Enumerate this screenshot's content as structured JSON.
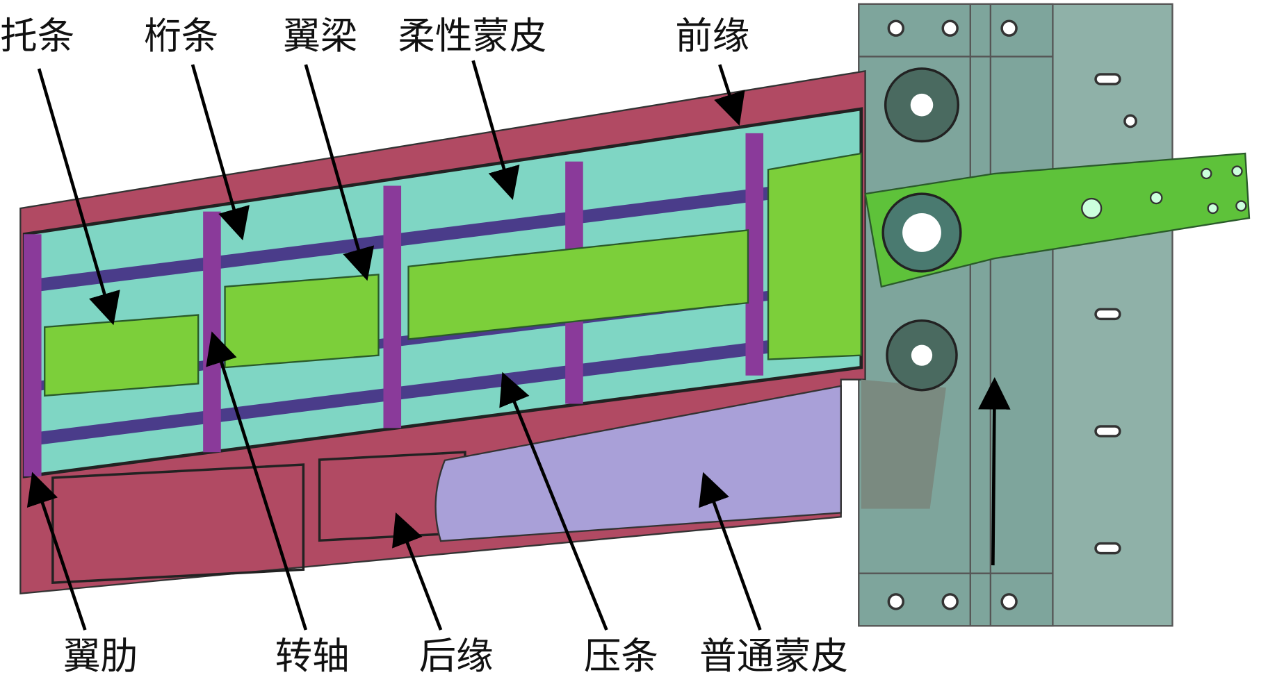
{
  "labels": {
    "tuotiao": "托条",
    "hengtiao": "桁条",
    "yiliang": "翼梁",
    "rouxing_mengpi": "柔性蒙皮",
    "qianyuan": "前缘",
    "yilei": "翼肋",
    "zhuanzhou": "转轴",
    "houyuan": "后缘",
    "yatiao": "压条",
    "putong_mengpi": "普通蒙皮"
  },
  "colors": {
    "wing_frame": "#b14a63",
    "skin_cyan": "#7fd6c4",
    "rib_purple": "#8a3a9a",
    "stringer_indigo": "#4a3c8a",
    "spar_green": "#7ccf3a",
    "normal_skin": "#a9a0d8",
    "mount_grey": "#88a8a0",
    "arm_green": "#5ec23a"
  }
}
